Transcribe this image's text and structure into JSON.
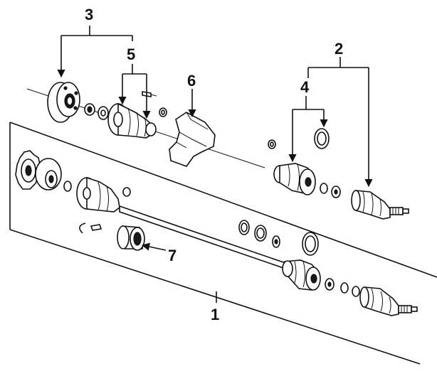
{
  "callouts": [
    {
      "id": "1",
      "text": "1"
    },
    {
      "id": "2",
      "text": "2"
    },
    {
      "id": "3",
      "text": "3"
    },
    {
      "id": "4",
      "text": "4"
    },
    {
      "id": "5",
      "text": "5"
    },
    {
      "id": "6",
      "text": "6"
    },
    {
      "id": "7",
      "text": "7"
    }
  ],
  "colors": {
    "ink": "#111111",
    "background": "#ffffff"
  }
}
